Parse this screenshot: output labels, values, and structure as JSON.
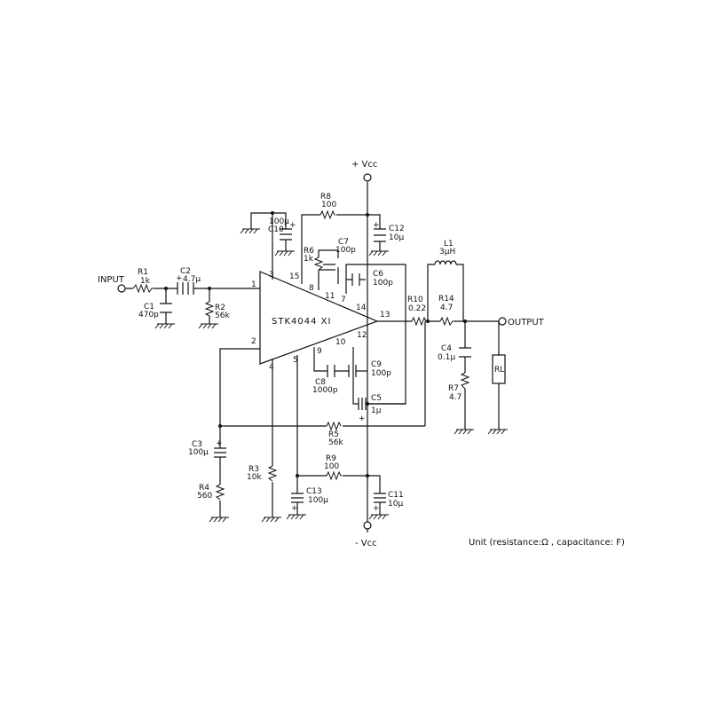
{
  "ic": {
    "name": "STK4044 XI"
  },
  "power": {
    "vcc_pos": "+ Vcc",
    "vcc_neg": "- Vcc"
  },
  "io": {
    "input": "INPUT",
    "output": "OUTPUT"
  },
  "unit_note": "Unit (resistance:Ω , capacitance: F)",
  "components": {
    "r1": {
      "ref": "R1",
      "value": "1k"
    },
    "c1": {
      "ref": "C1",
      "value": "470p"
    },
    "c2": {
      "ref": "C2",
      "value": "4.7μ"
    },
    "r2": {
      "ref": "R2",
      "value": "56k"
    },
    "c3": {
      "ref": "C3",
      "value": "100μ"
    },
    "r4": {
      "ref": "R4",
      "value": "560"
    },
    "r3": {
      "ref": "R3",
      "value": "10k"
    },
    "r5": {
      "ref": "R5",
      "value": "56k"
    },
    "r6": {
      "ref": "R6",
      "value": "1k"
    },
    "c7": {
      "ref": "C7",
      "value": "100p"
    },
    "r8": {
      "ref": "R8",
      "value": "100"
    },
    "c10": {
      "ref": "C10",
      "value": "100μ"
    },
    "c12": {
      "ref": "C12",
      "value": "10μ"
    },
    "c6": {
      "ref": "C6",
      "value": "100p"
    },
    "c9": {
      "ref": "C9",
      "value": "100p"
    },
    "c8": {
      "ref": "C8",
      "value": "1000p"
    },
    "c5": {
      "ref": "C5",
      "value": "1μ"
    },
    "r10": {
      "ref": "R10",
      "value": "0.22"
    },
    "l1": {
      "ref": "L1",
      "value": "3μH"
    },
    "r14": {
      "ref": "R14",
      "value": "4.7"
    },
    "c4": {
      "ref": "C4",
      "value": "0.1μ"
    },
    "r7": {
      "ref": "R7",
      "value": "4.7"
    },
    "rl": {
      "ref": "RL"
    },
    "r9": {
      "ref": "R9",
      "value": "100"
    },
    "c13": {
      "ref": "C13",
      "value": "100μ"
    },
    "c11": {
      "ref": "C11",
      "value": "10μ"
    }
  },
  "pins": [
    "1",
    "2",
    "3",
    "4",
    "5",
    "7",
    "8",
    "9",
    "10",
    "11",
    "12",
    "13",
    "14",
    "15"
  ]
}
